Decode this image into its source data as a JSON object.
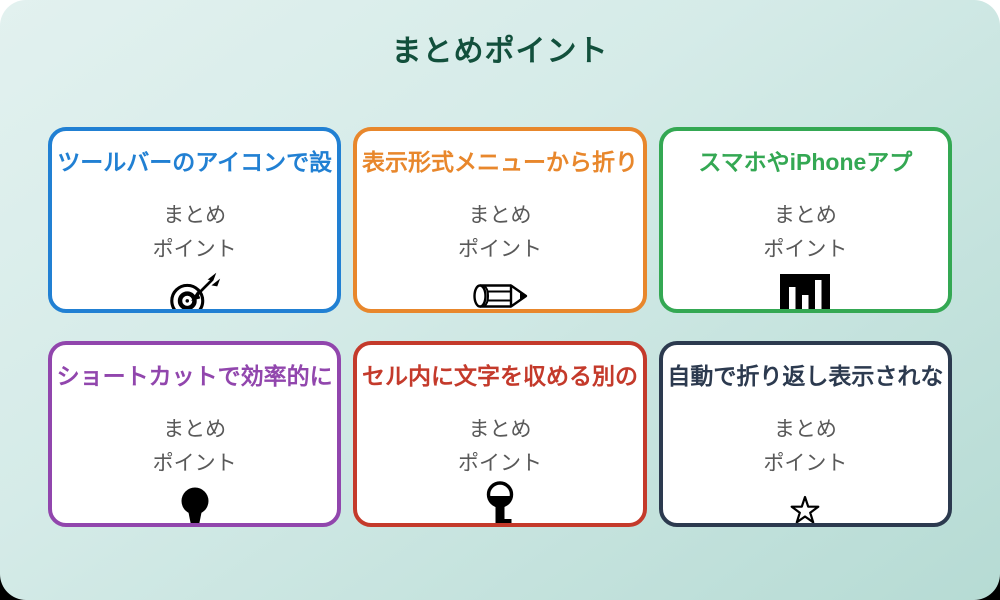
{
  "page_title": "まとめポイント",
  "theme": {
    "page_title_color": "#12503c",
    "background_top": "#e2f1ef",
    "background_bottom": "#b6dbd4",
    "card_background": "#ffffff",
    "muted_text_color": "#595959"
  },
  "cards": [
    {
      "title": "ツールバーのアイコンで設",
      "body_line1": "まとめ",
      "body_line2": "ポイント",
      "icon": "dart-target-icon",
      "accent": "#2180d3"
    },
    {
      "title": "表示形式メニューから折り",
      "body_line1": "まとめ",
      "body_line2": "ポイント",
      "icon": "pencil-icon",
      "accent": "#e8872c"
    },
    {
      "title": "スマホやiPhoneアプ",
      "body_line1": "まとめ",
      "body_line2": "ポイント",
      "icon": "bar-chart-icon",
      "accent": "#34a853"
    },
    {
      "title": "ショートカットで効率的に",
      "body_line1": "まとめ",
      "body_line2": "ポイント",
      "icon": "lightbulb-icon",
      "accent": "#9146ad"
    },
    {
      "title": "セル内に文字を収める別の",
      "body_line1": "まとめ",
      "body_line2": "ポイント",
      "icon": "key-icon",
      "accent": "#c43a2b"
    },
    {
      "title": "自動で折り返し表示されな",
      "body_line1": "まとめ",
      "body_line2": "ポイント",
      "icon": "star-icon",
      "accent": "#2c3a4f"
    }
  ]
}
